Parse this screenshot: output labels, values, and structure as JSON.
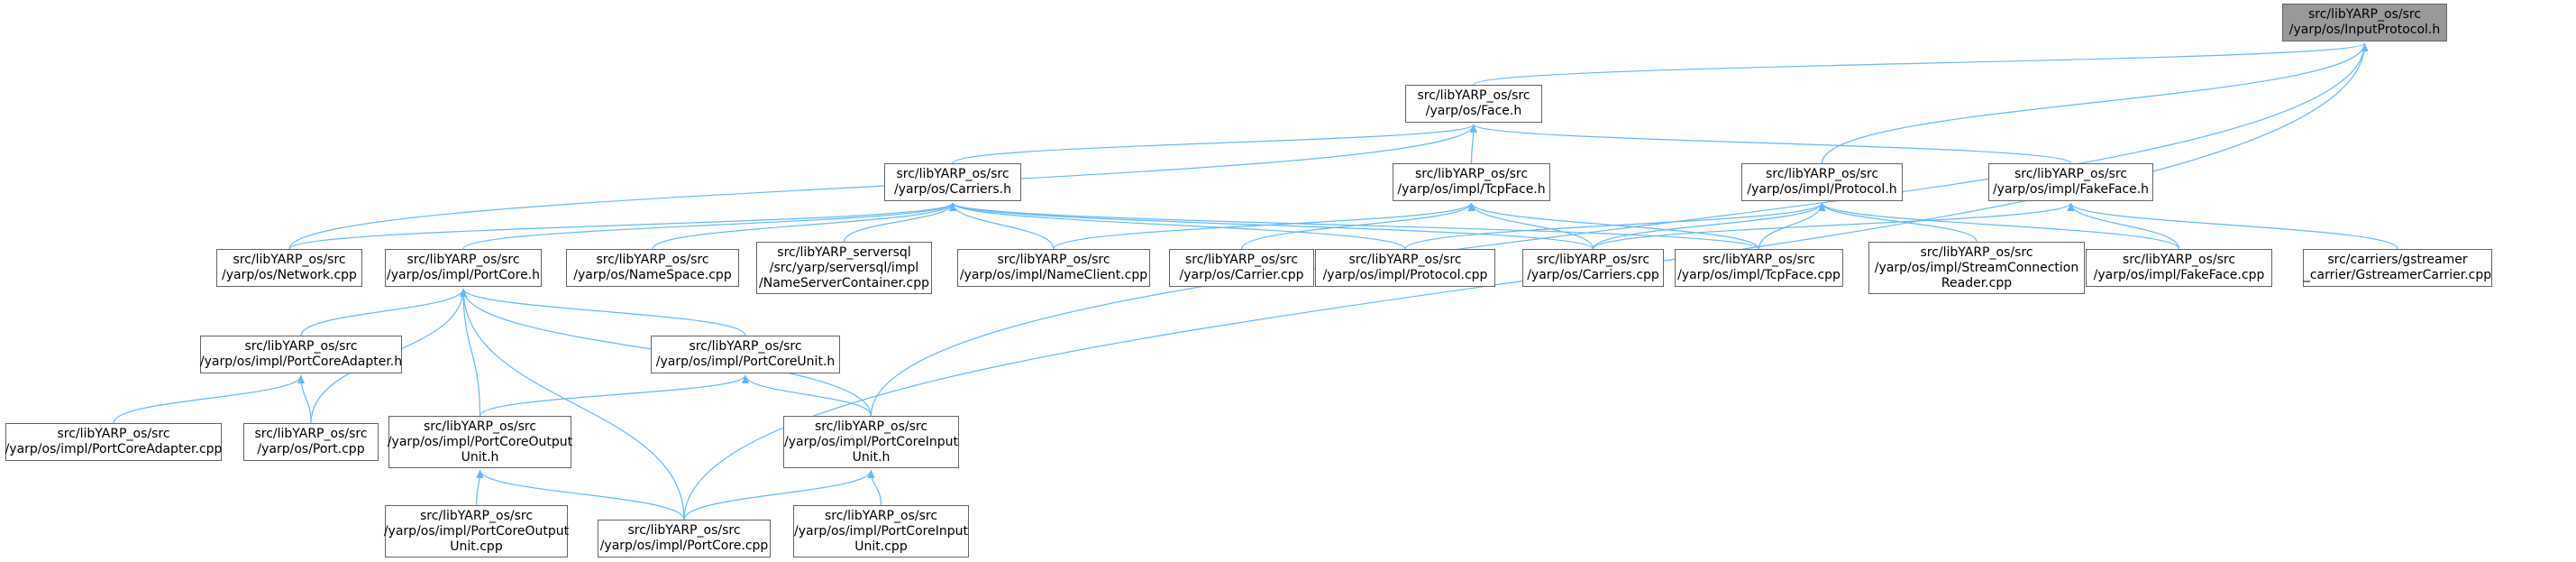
{
  "colors": {
    "edge": "#63b8ff",
    "border": "#666666",
    "root_fill": "#999999",
    "node_fill": "#ffffff"
  },
  "nodes": [
    {
      "id": "root",
      "lines": [
        "src/libYARP_os/src",
        "/yarp/os/InputProtocol.h"
      ],
      "root": true
    },
    {
      "id": "face_h",
      "lines": [
        "src/libYARP_os/src",
        "/yarp/os/Face.h"
      ]
    },
    {
      "id": "carriers_h",
      "lines": [
        "src/libYARP_os/src",
        "/yarp/os/Carriers.h"
      ]
    },
    {
      "id": "tcpface_h",
      "lines": [
        "src/libYARP_os/src",
        "/yarp/os/impl/TcpFace.h"
      ]
    },
    {
      "id": "protocol_h",
      "lines": [
        "src/libYARP_os/src",
        "/yarp/os/impl/Protocol.h"
      ]
    },
    {
      "id": "fakeface_h",
      "lines": [
        "src/libYARP_os/src",
        "/yarp/os/impl/FakeFace.h"
      ]
    },
    {
      "id": "network_cpp",
      "lines": [
        "src/libYARP_os/src",
        "/yarp/os/Network.cpp"
      ]
    },
    {
      "id": "portcore_h",
      "lines": [
        "src/libYARP_os/src",
        "/yarp/os/impl/PortCore.h"
      ]
    },
    {
      "id": "namespace_cpp",
      "lines": [
        "src/libYARP_os/src",
        "/yarp/os/NameSpace.cpp"
      ]
    },
    {
      "id": "nameservercontainer_cpp",
      "lines": [
        "src/libYARP_serversql",
        "/src/yarp/serversql/impl",
        "/NameServerContainer.cpp"
      ]
    },
    {
      "id": "nameclient_cpp",
      "lines": [
        "src/libYARP_os/src",
        "/yarp/os/impl/NameClient.cpp"
      ]
    },
    {
      "id": "carrier_cpp",
      "lines": [
        "src/libYARP_os/src",
        "/yarp/os/Carrier.cpp"
      ]
    },
    {
      "id": "protocol_cpp",
      "lines": [
        "src/libYARP_os/src",
        "/yarp/os/impl/Protocol.cpp"
      ]
    },
    {
      "id": "carriers_cpp",
      "lines": [
        "src/libYARP_os/src",
        "/yarp/os/Carriers.cpp"
      ]
    },
    {
      "id": "tcpface_cpp",
      "lines": [
        "src/libYARP_os/src",
        "/yarp/os/impl/TcpFace.cpp"
      ]
    },
    {
      "id": "streamconnectionreader_cpp",
      "lines": [
        "src/libYARP_os/src",
        "/yarp/os/impl/StreamConnection",
        "Reader.cpp"
      ]
    },
    {
      "id": "fakeface_cpp",
      "lines": [
        "src/libYARP_os/src",
        "/yarp/os/impl/FakeFace.cpp"
      ]
    },
    {
      "id": "gstreamercarrier_cpp",
      "lines": [
        "src/carriers/gstreamer",
        "_carrier/GstreamerCarrier.cpp"
      ]
    },
    {
      "id": "portcoreadapter_h",
      "lines": [
        "src/libYARP_os/src",
        "/yarp/os/impl/PortCoreAdapter.h"
      ]
    },
    {
      "id": "portcoreunit_h",
      "lines": [
        "src/libYARP_os/src",
        "/yarp/os/impl/PortCoreUnit.h"
      ]
    },
    {
      "id": "portcoreadapter_cpp",
      "lines": [
        "src/libYARP_os/src",
        "/yarp/os/impl/PortCoreAdapter.cpp"
      ]
    },
    {
      "id": "port_cpp",
      "lines": [
        "src/libYARP_os/src",
        "/yarp/os/Port.cpp"
      ]
    },
    {
      "id": "portcoreoutputunit_h",
      "lines": [
        "src/libYARP_os/src",
        "/yarp/os/impl/PortCoreOutput",
        "Unit.h"
      ]
    },
    {
      "id": "portcoreinputunit_h",
      "lines": [
        "src/libYARP_os/src",
        "/yarp/os/impl/PortCoreInput",
        "Unit.h"
      ]
    },
    {
      "id": "portcoreoutputunit_cpp",
      "lines": [
        "src/libYARP_os/src",
        "/yarp/os/impl/PortCoreOutput",
        "Unit.cpp"
      ]
    },
    {
      "id": "portcore_cpp",
      "lines": [
        "src/libYARP_os/src",
        "/yarp/os/impl/PortCore.cpp"
      ]
    },
    {
      "id": "portcoreinputunit_cpp",
      "lines": [
        "src/libYARP_os/src",
        "/yarp/os/impl/PortCoreInput",
        "Unit.cpp"
      ]
    }
  ],
  "edges": [
    [
      "face_h",
      "root"
    ],
    [
      "protocol_h",
      "root"
    ],
    [
      "portcoreinputunit_h",
      "root"
    ],
    [
      "portcore_cpp",
      "root"
    ],
    [
      "network_cpp",
      "face_h"
    ],
    [
      "carriers_h",
      "face_h"
    ],
    [
      "tcpface_h",
      "face_h"
    ],
    [
      "fakeface_h",
      "face_h"
    ],
    [
      "network_cpp",
      "carriers_h"
    ],
    [
      "portcore_h",
      "carriers_h"
    ],
    [
      "namespace_cpp",
      "carriers_h"
    ],
    [
      "nameservercontainer_cpp",
      "carriers_h"
    ],
    [
      "nameclient_cpp",
      "carriers_h"
    ],
    [
      "protocol_cpp",
      "carriers_h"
    ],
    [
      "carriers_cpp",
      "carriers_h"
    ],
    [
      "tcpface_cpp",
      "carriers_h"
    ],
    [
      "nameclient_cpp",
      "tcpface_h"
    ],
    [
      "carrier_cpp",
      "tcpface_h"
    ],
    [
      "carriers_cpp",
      "tcpface_h"
    ],
    [
      "tcpface_cpp",
      "tcpface_h"
    ],
    [
      "protocol_cpp",
      "protocol_h"
    ],
    [
      "carriers_cpp",
      "protocol_h"
    ],
    [
      "tcpface_cpp",
      "protocol_h"
    ],
    [
      "streamconnectionreader_cpp",
      "protocol_h"
    ],
    [
      "fakeface_cpp",
      "protocol_h"
    ],
    [
      "carriers_cpp",
      "fakeface_h"
    ],
    [
      "fakeface_cpp",
      "fakeface_h"
    ],
    [
      "gstreamercarrier_cpp",
      "fakeface_h"
    ],
    [
      "portcoreadapter_h",
      "portcore_h"
    ],
    [
      "port_cpp",
      "portcore_h"
    ],
    [
      "portcoreunit_h",
      "portcore_h"
    ],
    [
      "portcoreoutputunit_h",
      "portcore_h"
    ],
    [
      "portcoreinputunit_h",
      "portcore_h"
    ],
    [
      "portcore_cpp",
      "portcore_h"
    ],
    [
      "portcoreadapter_cpp",
      "portcoreadapter_h"
    ],
    [
      "port_cpp",
      "portcoreadapter_h"
    ],
    [
      "portcoreoutputunit_h",
      "portcoreunit_h"
    ],
    [
      "portcoreinputunit_h",
      "portcoreunit_h"
    ],
    [
      "portcoreoutputunit_cpp",
      "portcoreoutputunit_h"
    ],
    [
      "portcore_cpp",
      "portcoreoutputunit_h"
    ],
    [
      "portcore_cpp",
      "portcoreinputunit_h"
    ],
    [
      "portcoreinputunit_cpp",
      "portcoreinputunit_h"
    ]
  ]
}
